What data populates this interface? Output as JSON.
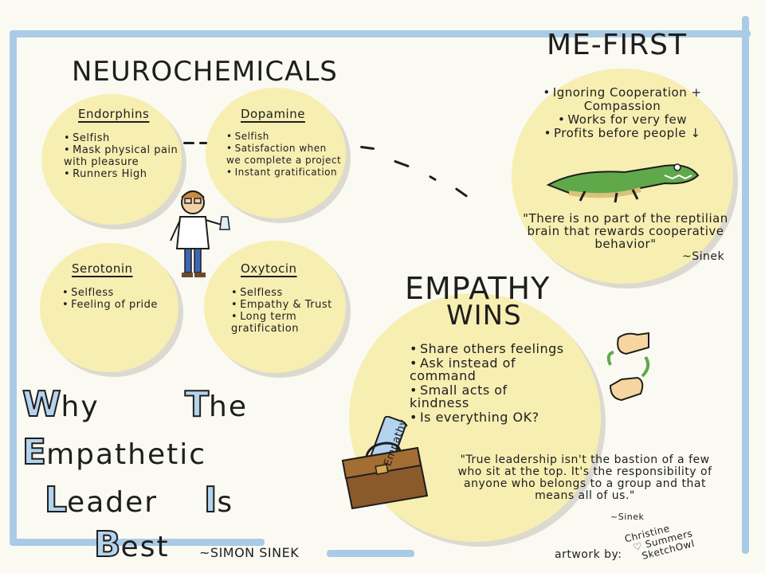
{
  "neurochemicals": {
    "heading": "NEUROCHEMICALS",
    "endorphins": {
      "name": "Endorphins",
      "points": [
        "Selfish",
        "Mask physical pain with pleasure",
        "Runners High"
      ]
    },
    "dopamine": {
      "name": "Dopamine",
      "points": [
        "Selfish",
        "Satisfaction when we complete a project",
        "Instant gratification"
      ]
    },
    "serotonin": {
      "name": "Serotonin",
      "points": [
        "Selfless",
        "Feeling of pride"
      ]
    },
    "oxytocin": {
      "name": "Oxytocin",
      "points": [
        "Selfless",
        "Empathy & Trust",
        "Long term gratification"
      ]
    }
  },
  "me_first": {
    "heading": "ME-FIRST",
    "points": [
      "Ignoring Cooperation + Compassion",
      "Works for very few",
      "Profits before people ↓"
    ],
    "quote": "\"There is no part of the reptilian brain that rewards cooperative behavior\"",
    "attribution": "~Sinek"
  },
  "empathy": {
    "heading_line1": "EMPATHY",
    "heading_line2": "WINS",
    "points": [
      "Share others feelings",
      "Ask instead of command",
      "Small acts of kindness",
      "Is everything OK?"
    ],
    "briefcase_label": "Empathy",
    "quote": "\"True leadership isn't the bastion of a few who sit at the top. It's the responsibility of anyone who belongs to a group and that means all of us.\"",
    "attribution": "~Sinek"
  },
  "book_title": {
    "lines": [
      {
        "cap": "W",
        "rest": "hy"
      },
      {
        "cap": "T",
        "rest": "he"
      },
      {
        "cap": "E",
        "rest": "mpathetic"
      },
      {
        "cap": "L",
        "rest": "eader"
      },
      {
        "cap": "I",
        "rest": "s"
      },
      {
        "cap": "B",
        "rest": "est"
      }
    ],
    "author": "~SIMON SINEK"
  },
  "credit": {
    "prefix": "artwork by:",
    "line1": "Christine",
    "line2": "♡ Summers",
    "line3": "SketchOwl"
  },
  "colors": {
    "frame": "#a9cbe6",
    "circle_fill": "#f7eeb2",
    "paper": "#fbfaf2",
    "letter_fill": "#b3d3ee",
    "crocodile": "#5fa94b"
  }
}
